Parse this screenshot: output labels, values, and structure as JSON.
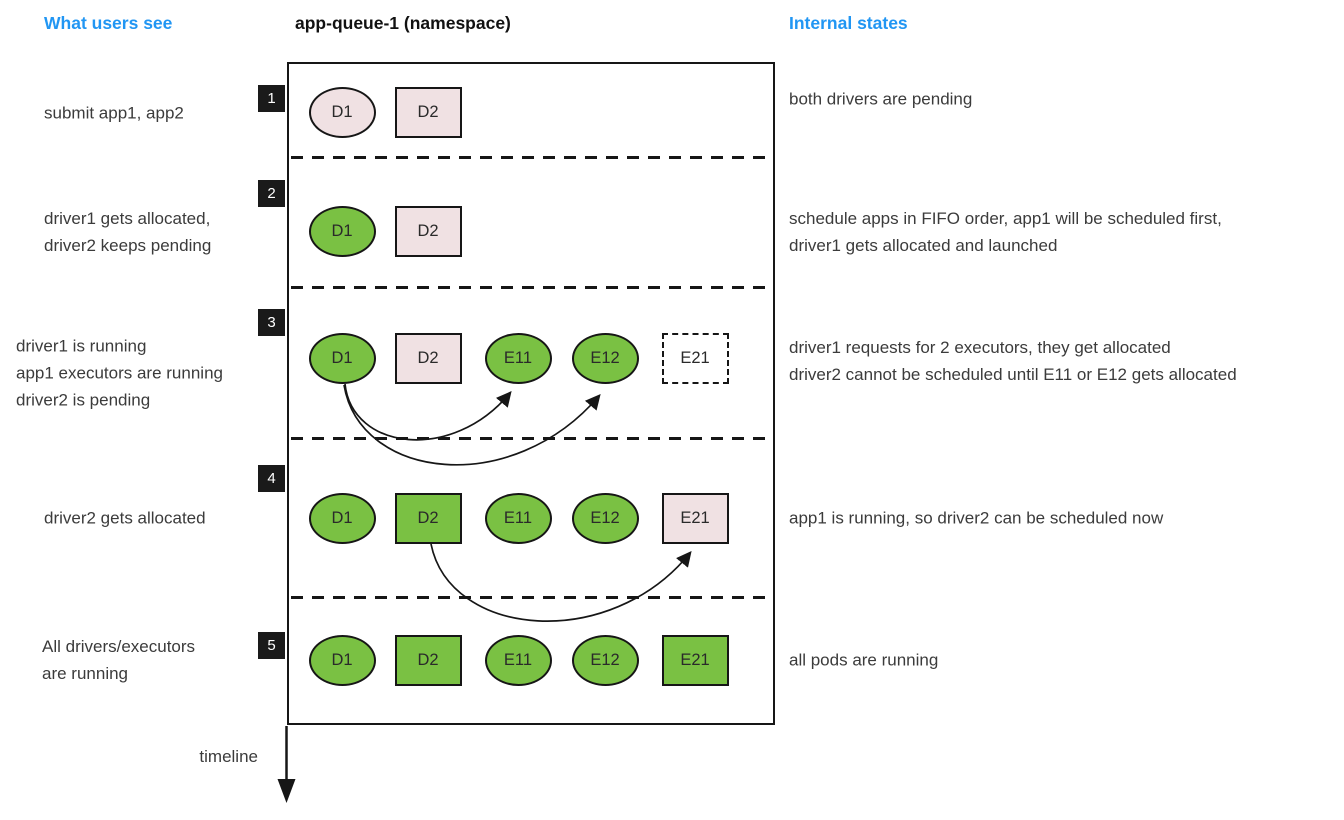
{
  "headers": {
    "left": "What users see",
    "center": "app-queue-1 (namespace)",
    "right": "Internal states"
  },
  "timeline_label": "timeline",
  "colors": {
    "accent_blue": "#2196f3",
    "running_green": "#7ac143",
    "pending_pink": "#f0e1e3",
    "line_black": "#161616",
    "body_text": "#3b3b3b"
  },
  "rows": [
    {
      "step": "1",
      "user_text": [
        "submit app1, app2"
      ],
      "internal_text": [
        "both drivers are pending"
      ],
      "pods": [
        {
          "label": "D1",
          "shape": "ellipse",
          "state": "pending"
        },
        {
          "label": "D2",
          "shape": "rect",
          "state": "pending"
        }
      ]
    },
    {
      "step": "2",
      "user_text": [
        "driver1 gets allocated,",
        "driver2 keeps pending"
      ],
      "internal_text": [
        "schedule apps in FIFO order, app1 will be scheduled first,",
        "driver1 gets allocated and launched"
      ],
      "pods": [
        {
          "label": "D1",
          "shape": "ellipse",
          "state": "running"
        },
        {
          "label": "D2",
          "shape": "rect",
          "state": "pending"
        }
      ]
    },
    {
      "step": "3",
      "user_text": [
        "driver1 is running",
        "app1 executors are running",
        "driver2 is pending"
      ],
      "internal_text": [
        "driver1 requests for 2 executors, they get allocated",
        "driver2 cannot be scheduled until E11 or E12 gets allocated"
      ],
      "pods": [
        {
          "label": "D1",
          "shape": "ellipse",
          "state": "running"
        },
        {
          "label": "D2",
          "shape": "rect",
          "state": "pending"
        },
        {
          "label": "E11",
          "shape": "ellipse",
          "state": "running"
        },
        {
          "label": "E12",
          "shape": "ellipse",
          "state": "running"
        },
        {
          "label": "E21",
          "shape": "rect",
          "state": "placeholder"
        }
      ]
    },
    {
      "step": "4",
      "user_text": [
        "driver2 gets allocated"
      ],
      "internal_text": [
        "app1 is running, so driver2 can be scheduled now"
      ],
      "pods": [
        {
          "label": "D1",
          "shape": "ellipse",
          "state": "running"
        },
        {
          "label": "D2",
          "shape": "rect",
          "state": "running"
        },
        {
          "label": "E11",
          "shape": "ellipse",
          "state": "running"
        },
        {
          "label": "E12",
          "shape": "ellipse",
          "state": "running"
        },
        {
          "label": "E21",
          "shape": "rect",
          "state": "pending"
        }
      ]
    },
    {
      "step": "5",
      "user_text": [
        "All drivers/executors",
        "are running"
      ],
      "internal_text": [
        "all pods are running"
      ],
      "pods": [
        {
          "label": "D1",
          "shape": "ellipse",
          "state": "running"
        },
        {
          "label": "D2",
          "shape": "rect",
          "state": "running"
        },
        {
          "label": "E11",
          "shape": "ellipse",
          "state": "running"
        },
        {
          "label": "E12",
          "shape": "ellipse",
          "state": "running"
        },
        {
          "label": "E21",
          "shape": "rect",
          "state": "running"
        }
      ]
    }
  ],
  "arrows": [
    {
      "from": "D1",
      "to": "E11",
      "row": "3"
    },
    {
      "from": "D1",
      "to": "E12",
      "row": "3"
    },
    {
      "from": "D2",
      "to": "E21",
      "row": "4"
    }
  ]
}
